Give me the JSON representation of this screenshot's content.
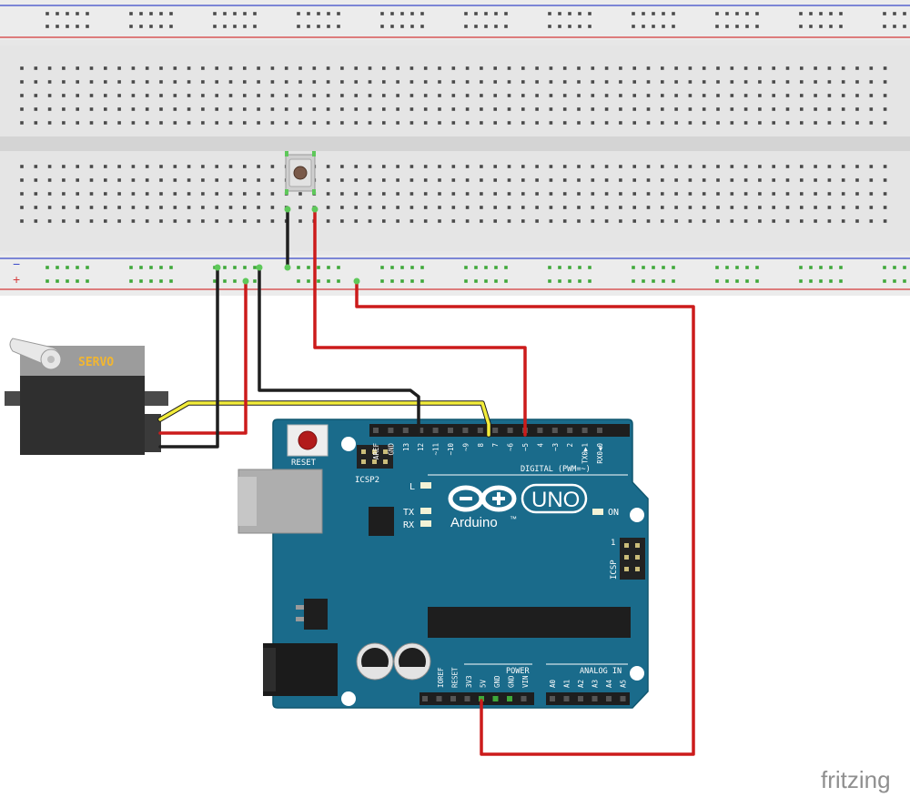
{
  "servo": {
    "label": "SERVO"
  },
  "breadboard": {
    "rail_minus": "−",
    "rail_plus": "+"
  },
  "arduino": {
    "brand": "Arduino",
    "trademark": "™",
    "model": "UNO",
    "reset_label": "RESET",
    "icsp2_label": "ICSP2",
    "icsp_label": "ICSP",
    "icsp_pin1": "1",
    "led_l": "L",
    "led_tx": "TX",
    "led_rx": "RX",
    "led_on": "ON",
    "digital_label": "DIGITAL (PWM=~)",
    "power_label": "POWER",
    "analog_label": "ANALOG IN",
    "digital_pins": [
      "AREF",
      "GND",
      "13",
      "12",
      "~11",
      "~10",
      "~9",
      "8",
      "7",
      "~6",
      "~5",
      "4",
      "~3",
      "2",
      "TX0▶1",
      "RX0◀0"
    ],
    "power_pins": [
      "IOREF",
      "RESET",
      "3V3",
      "5V",
      "GND",
      "GND",
      "VIN"
    ],
    "analog_pins": [
      "A0",
      "A1",
      "A2",
      "A3",
      "A4",
      "A5"
    ]
  },
  "watermark": "fritzing",
  "colors": {
    "board": "#1a6b8b",
    "board_dark": "#0e4d66",
    "breadboard": "#e6e6e6",
    "wire_red": "#cc1b1b",
    "wire_black": "#1f1f1f",
    "wire_yellow": "#f2ec3a",
    "rail_blue": "#3a48c8",
    "rail_red": "#d43a3a",
    "hole_green": "#3fa83a"
  }
}
